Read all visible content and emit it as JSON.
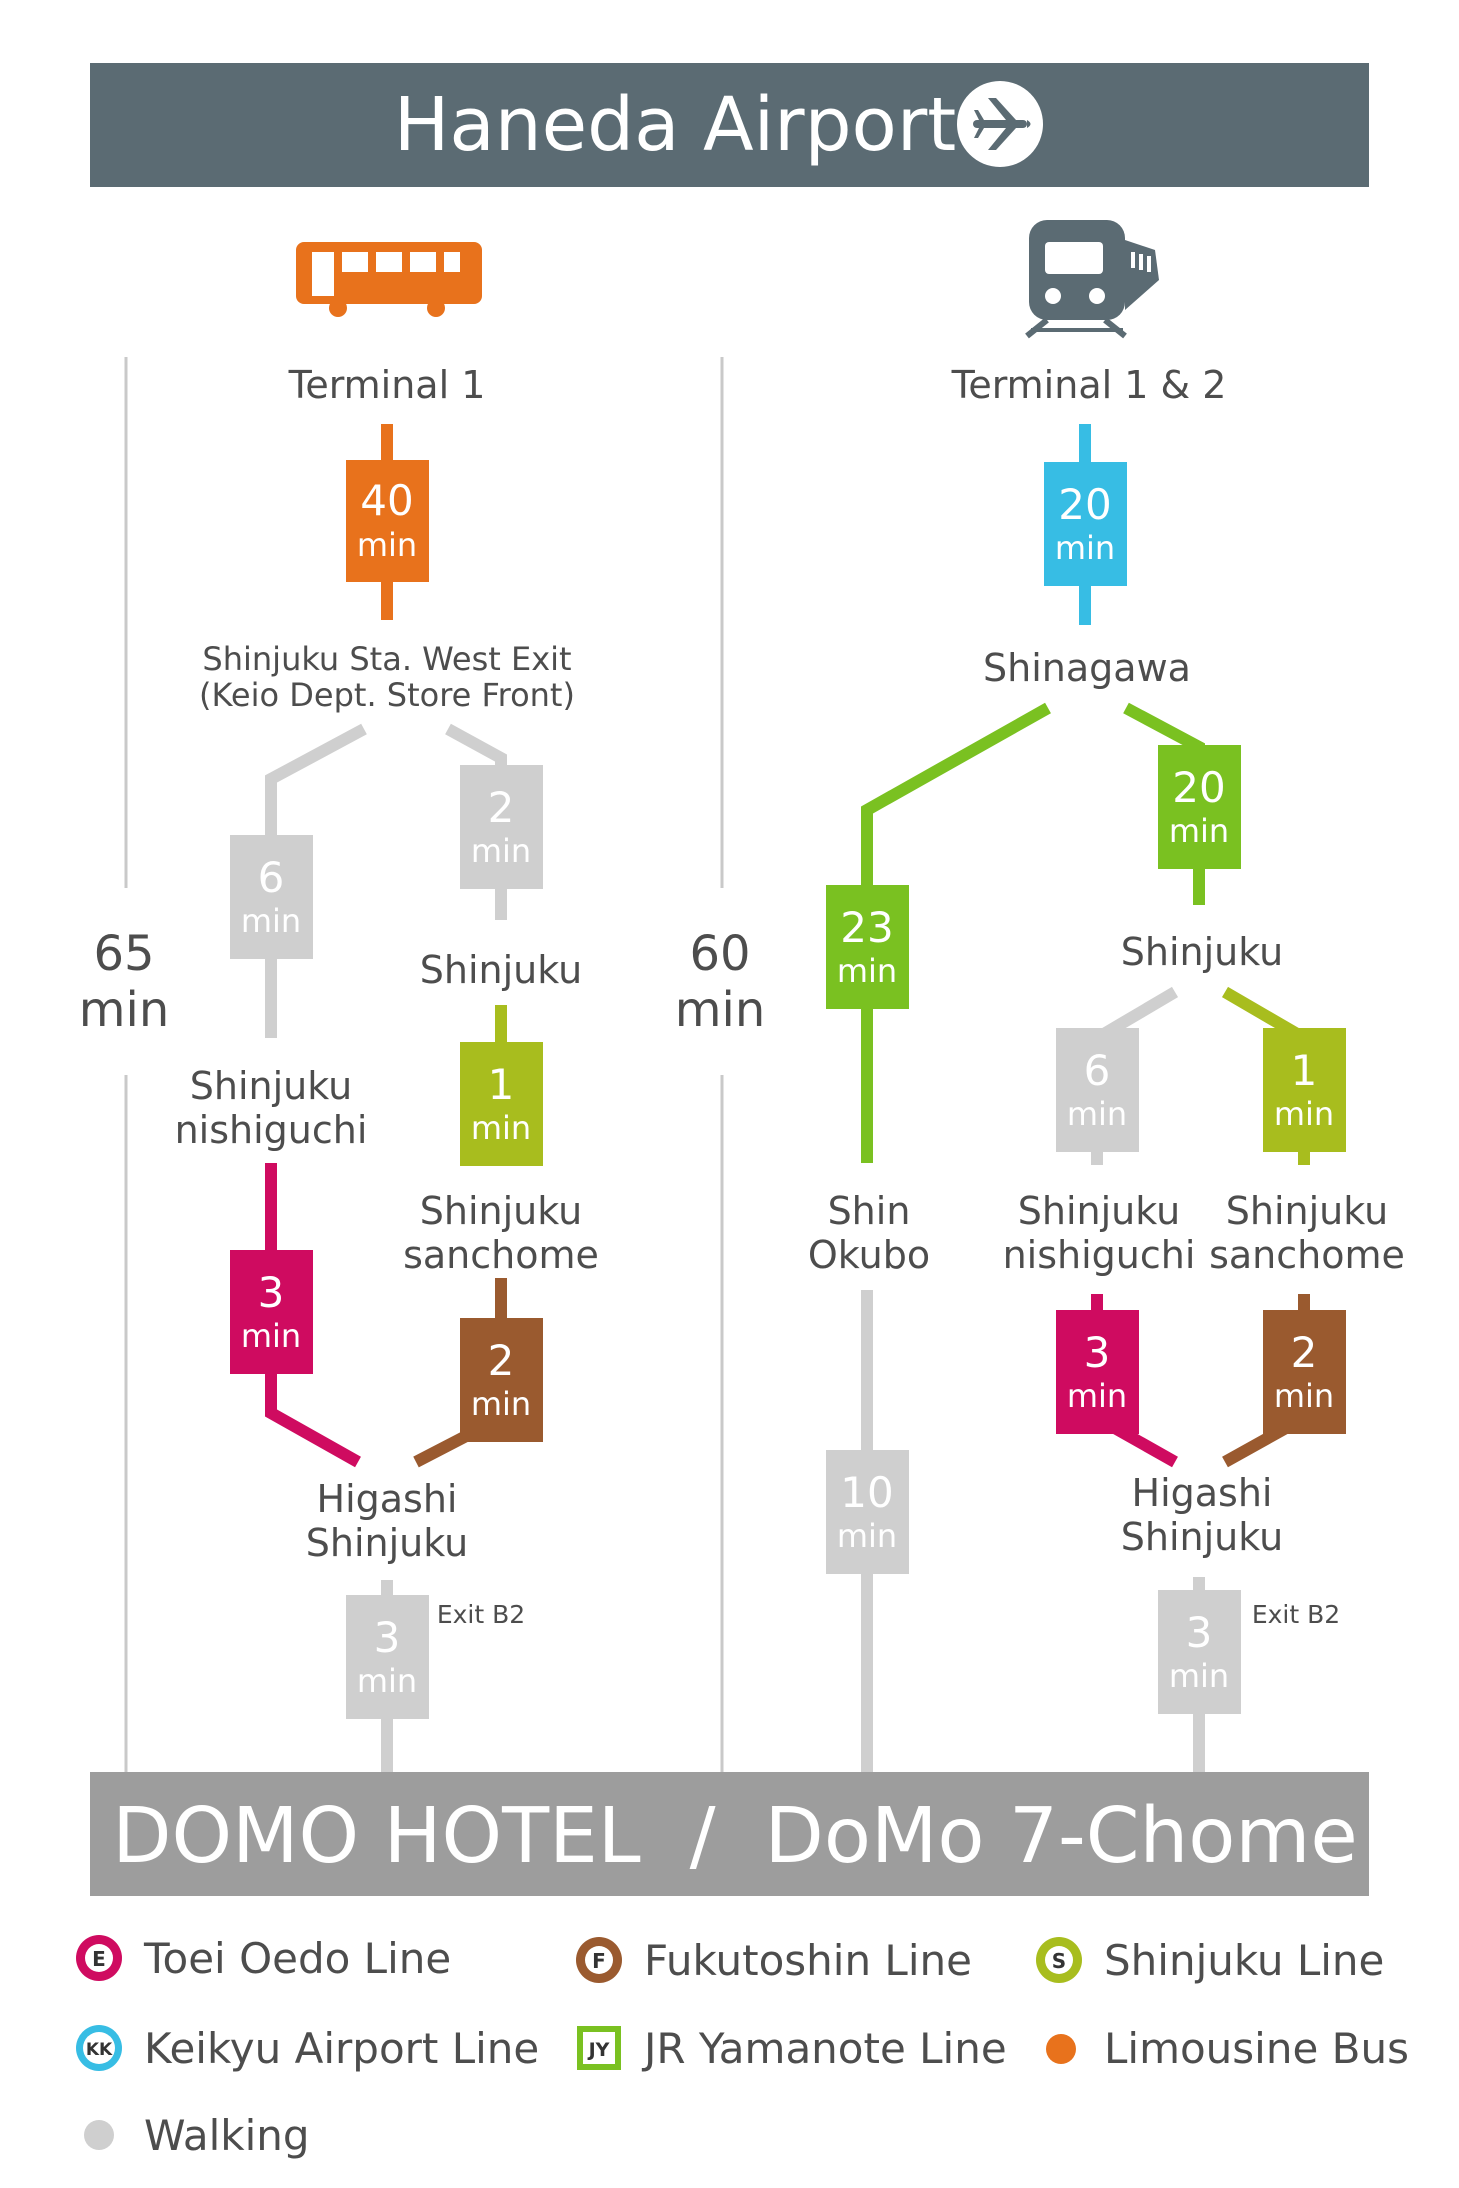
{
  "header": {
    "title": "Haneda Airport",
    "icon": "airplane-icon"
  },
  "footer": {
    "title": "DOMO HOTEL  /  DoMo 7-Chome"
  },
  "colors": {
    "header_bg": "#5b6b73",
    "footer_bg": "#9d9d9d",
    "limousine_bus": "#e8721c",
    "keikyu": "#37bde4",
    "yamanote": "#7ac121",
    "shinjuku_line": "#a8bd1e",
    "toei_oedo": "#cf0b60",
    "fukutoshin": "#9a5a2f",
    "walking": "#cfcfcf",
    "divider": "#c9c9c9",
    "text": "#4d4d4d"
  },
  "routes": {
    "bus": {
      "icon": "bus-icon",
      "start": "Terminal 1",
      "total_num": "65",
      "total_unit": "min",
      "stations": {
        "west_exit_1": "Shinjuku Sta. West Exit",
        "west_exit_2": "(Keio Dept. Store Front)",
        "shinjuku": "Shinjuku",
        "nishiguchi_1": "Shinjuku",
        "nishiguchi_2": "nishiguchi",
        "sanchome_1": "Shinjuku",
        "sanchome_2": "sanchome",
        "higashi_1": "Higashi",
        "higashi_2": "Shinjuku"
      },
      "exit_label": "Exit B2",
      "segments": {
        "bus_ride": {
          "num": "40",
          "unit": "min"
        },
        "walk_left": {
          "num": "6",
          "unit": "min"
        },
        "walk_right": {
          "num": "2",
          "unit": "min"
        },
        "shinjuku_line": {
          "num": "1",
          "unit": "min"
        },
        "oedo": {
          "num": "3",
          "unit": "min"
        },
        "fukutoshin": {
          "num": "2",
          "unit": "min"
        },
        "walk_hotel": {
          "num": "3",
          "unit": "min"
        }
      }
    },
    "train": {
      "icon": "train-icon",
      "start": "Terminal 1 & 2",
      "total_num": "60",
      "total_unit": "min",
      "stations": {
        "shinagawa": "Shinagawa",
        "shinjuku": "Shinjuku",
        "shin_okubo_1": "Shin",
        "shin_okubo_2": "Okubo",
        "nishiguchi_1": "Shinjuku",
        "nishiguchi_2": "nishiguchi",
        "sanchome_1": "Shinjuku",
        "sanchome_2": "sanchome",
        "higashi_1": "Higashi",
        "higashi_2": "Shinjuku"
      },
      "exit_label": "Exit B2",
      "segments": {
        "keikyu": {
          "num": "20",
          "unit": "min"
        },
        "yamanote_okubo": {
          "num": "23",
          "unit": "min"
        },
        "yamanote_shinjuku": {
          "num": "20",
          "unit": "min"
        },
        "walk_left": {
          "num": "6",
          "unit": "min"
        },
        "shinjuku_line": {
          "num": "1",
          "unit": "min"
        },
        "oedo": {
          "num": "3",
          "unit": "min"
        },
        "fukutoshin": {
          "num": "2",
          "unit": "min"
        },
        "walk_okubo": {
          "num": "10",
          "unit": "min"
        },
        "walk_hotel": {
          "num": "3",
          "unit": "min"
        }
      }
    }
  },
  "legend": [
    {
      "label": "Toei Oedo Line",
      "badge": "E",
      "icon": "toei-oedo-icon"
    },
    {
      "label": "Fukutoshin Line",
      "badge": "F",
      "icon": "fukutoshin-icon"
    },
    {
      "label": "Shinjuku Line",
      "badge": "S",
      "icon": "shinjuku-line-icon"
    },
    {
      "label": "Keikyu Airport Line",
      "badge": "KK",
      "icon": "keikyu-icon"
    },
    {
      "label": "JR Yamanote Line",
      "badge": "JY",
      "icon": "jr-yamanote-icon"
    },
    {
      "label": "Limousine Bus",
      "badge": "",
      "icon": "limousine-bus-dot-icon"
    },
    {
      "label": "Walking",
      "badge": "",
      "icon": "walking-dot-icon"
    }
  ]
}
